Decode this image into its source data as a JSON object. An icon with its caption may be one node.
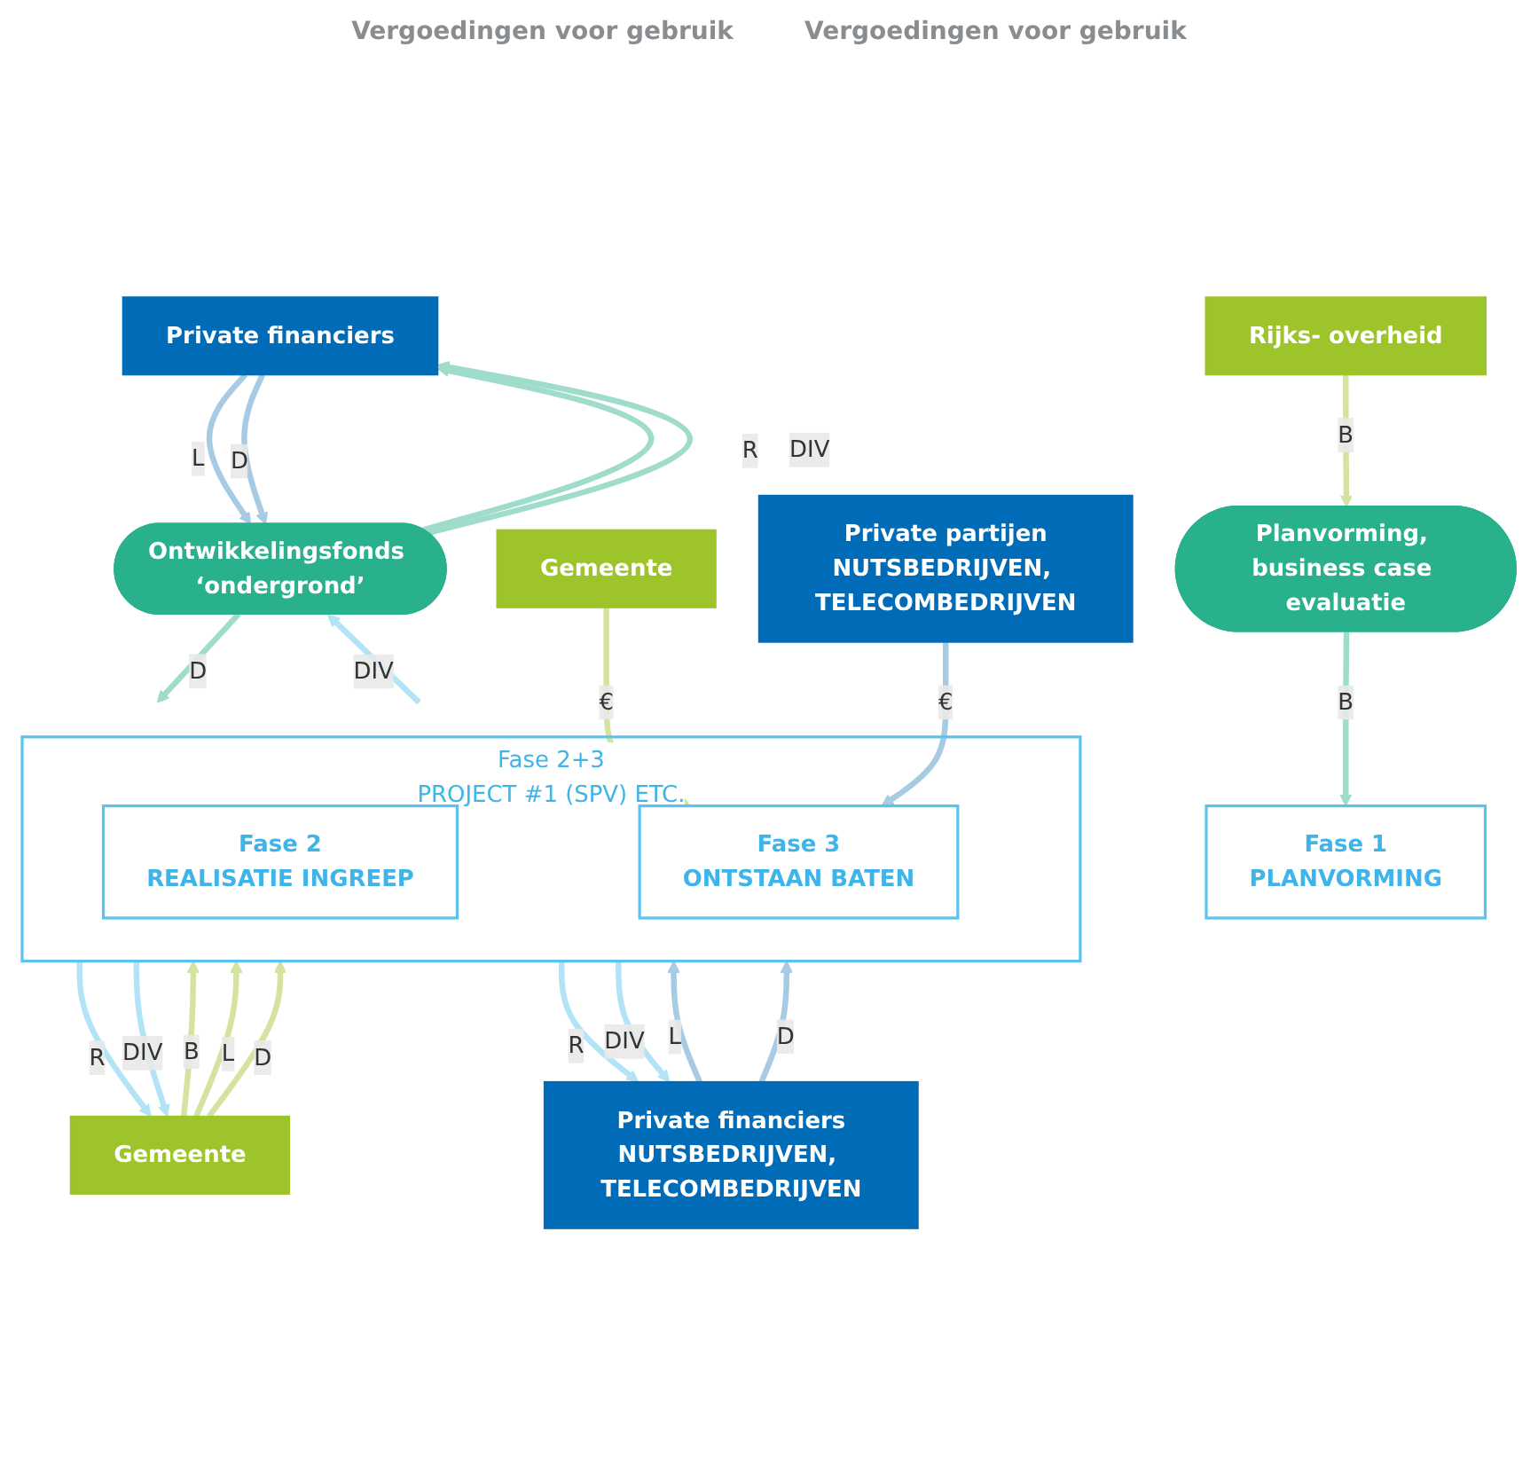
{
  "diagram": {
    "nodes": [
      {
        "text": [
          "Rijks- overheid"
        ]
      },
      {
        "text": [
          "Private financiers"
        ]
      },
      {
        "text": [
          "Gemeente"
        ]
      },
      {
        "text": [
          "Private financiers",
          "NUTSBEDRIJVEN, TELECOMBEDRIJVEN"
        ]
      },
      {
        "text": [
          "Planvorming, business case evaluatie"
        ]
      },
      {
        "text": [
          "Ontwikkelingsfonds ‘ondergrond’"
        ]
      },
      {
        "text": [
          "Fase 1",
          "PLANVORMING"
        ]
      },
      {
        "text": [
          "Fase 2+3",
          "PROJECT #1 (SPV) ETC."
        ]
      },
      {
        "text": [
          "Fase 2",
          "REALISATIE INGREEP"
        ],
        "in": 7
      },
      {
        "text": [
          "Fase 3",
          "ONTSTAAN BATEN"
        ],
        "in": 7
      },
      {
        "text": [
          "Gemeente"
        ]
      },
      {
        "text": [
          "Private partijen",
          "NUTSBEDRIJVEN, TELECOMBEDRIJVEN"
        ]
      }
    ],
    "edges": [
      {
        "from": 0,
        "to": 4,
        "arrow": "to",
        "label": "B",
        "color": "#d4e4a0"
      },
      {
        "from": 1,
        "to": 5,
        "arrow": "to",
        "label": "L",
        "color": "#a8cbe4"
      },
      {
        "from": 1,
        "to": 5,
        "arrow": "to",
        "label": "D",
        "color": "#a8cbe4"
      },
      {
        "from": 5,
        "to": 1,
        "arrow": "to",
        "label": "R",
        "color": "#a0dccb"
      },
      {
        "from": 5,
        "to": 1,
        "arrow": "to",
        "label": "DIV",
        "color": "#a0dccb"
      },
      {
        "from": 2,
        "to": 7,
        "arrow": "to",
        "label": "B",
        "color": "#d4e4a0"
      },
      {
        "from": 2,
        "to": 7,
        "arrow": "to",
        "label": "L",
        "color": "#d4e4a0"
      },
      {
        "from": 2,
        "to": 7,
        "arrow": "to",
        "label": "D",
        "color": "#d4e4a0"
      },
      {
        "from": 7,
        "to": 2,
        "arrow": "to",
        "label": "R",
        "color": "#b3e3f7"
      },
      {
        "from": 7,
        "to": 2,
        "arrow": "to",
        "label": "DIV",
        "color": "#b3e3f7"
      },
      {
        "from": 3,
        "to": 7,
        "arrow": "to",
        "label": "L",
        "color": "#a8cbe4"
      },
      {
        "from": 3,
        "to": 7,
        "arrow": "to",
        "label": "D",
        "color": "#a8cbe4"
      },
      {
        "from": 7,
        "to": 3,
        "arrow": "to",
        "label": "R",
        "color": "#b3e3f7"
      },
      {
        "from": 7,
        "to": 3,
        "arrow": "to",
        "label": "DIV",
        "color": "#b3e3f7"
      },
      {
        "from": 4,
        "to": 6,
        "arrow": "to",
        "label": "B",
        "color": "#a0dccb"
      },
      {
        "from": 5,
        "to": 7,
        "arrow": "to",
        "label": "D",
        "color": "#a0dccb"
      },
      {
        "from": 7,
        "to": 5,
        "arrow": "to",
        "label": "DIV",
        "color": "#b3e3f7"
      },
      {
        "from": 10,
        "to": 9,
        "arrow": "to",
        "label": "€",
        "color": "#d4e4a0"
      },
      {
        "from": 11,
        "to": 9,
        "arrow": "to",
        "label": "€",
        "color": "#a8cbe4"
      }
    ],
    "labels": [
      "Vergoedingen voor gebruik",
      "Vergoedingen voor gebruik"
    ]
  }
}
